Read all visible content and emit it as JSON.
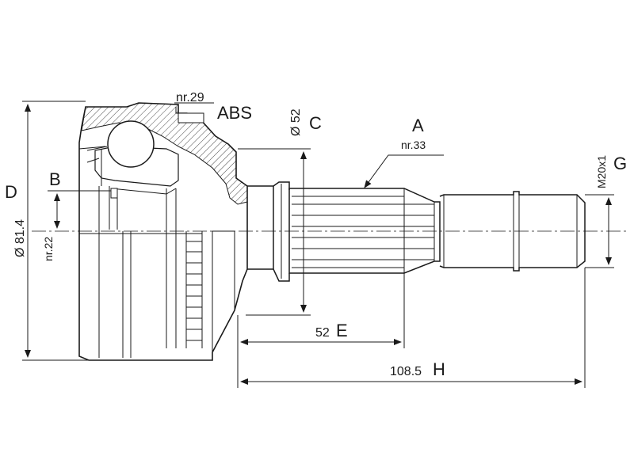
{
  "labels": {
    "abs": "ABS",
    "nr29": "nr.29",
    "dia52": "Ø 52",
    "c": "C",
    "a": "A",
    "nr33": "nr.33",
    "m20": "M20x1",
    "g": "G",
    "d": "D",
    "dia814": "Ø 81.4",
    "b": "B",
    "nr22": "nr.22",
    "dim52": "52",
    "e": "E",
    "dim1085": "108.5",
    "h": "H"
  },
  "colors": {
    "line": "#1a1a1a",
    "background": "#ffffff"
  }
}
